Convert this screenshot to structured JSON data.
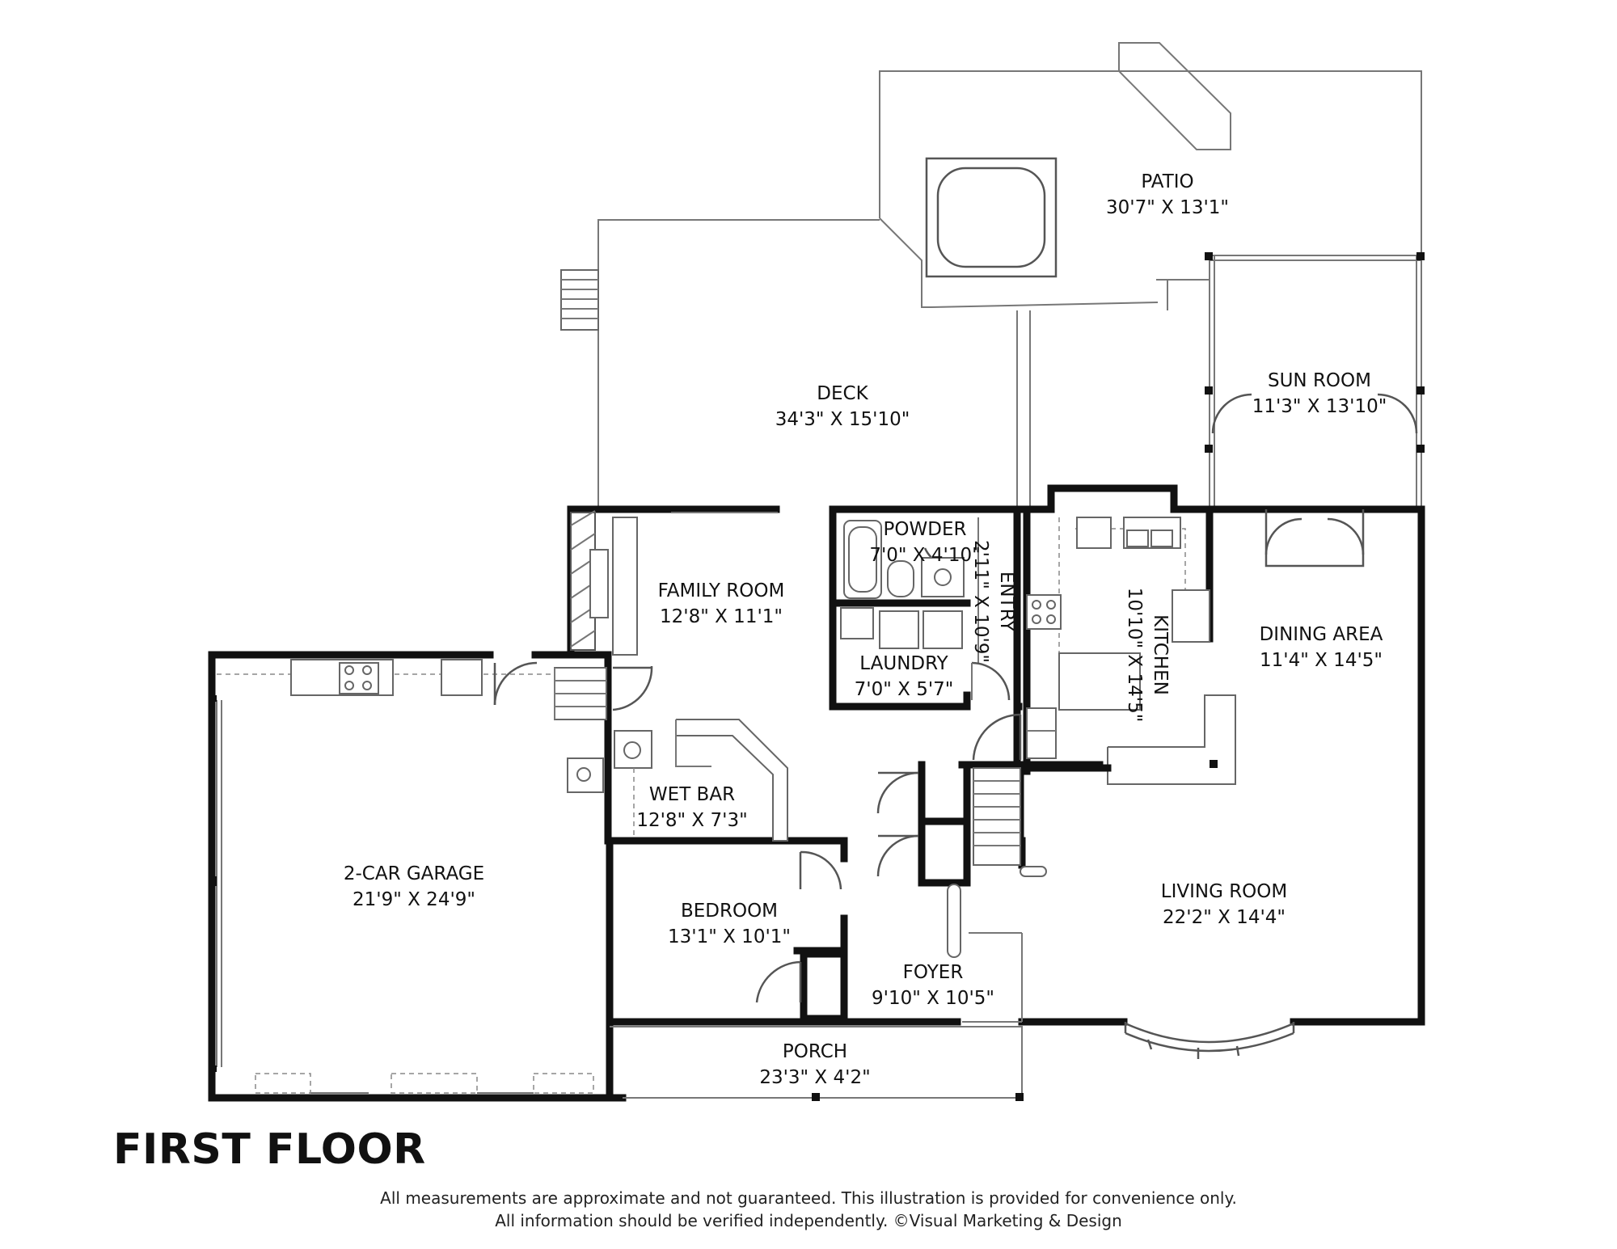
{
  "title": "FIRST FLOOR",
  "disclaimer": {
    "line1": "All measurements are approximate and not guaranteed. This illustration is provided for convenience only.",
    "line2": "All information should be verified independently. ©Visual Marketing & Design"
  },
  "rooms": {
    "patio": {
      "name": "PATIO",
      "dim": "30'7\" X 13'1\""
    },
    "deck": {
      "name": "DECK",
      "dim": "34'3\" X 15'10\""
    },
    "sun_room": {
      "name": "SUN ROOM",
      "dim": "11'3\" X 13'10\""
    },
    "powder": {
      "name": "POWDER",
      "dim": "7'0\" X 4'10\""
    },
    "entry": {
      "name": "ENTRY",
      "dim": "2'11\" X 10'9\""
    },
    "kitchen": {
      "name": "KITCHEN",
      "dim": "10'10\" X 14'5\""
    },
    "family_room": {
      "name": "FAMILY ROOM",
      "dim": "12'8\" X 11'1\""
    },
    "laundry": {
      "name": "LAUNDRY",
      "dim": "7'0\" X 5'7\""
    },
    "dining_area": {
      "name": "DINING AREA",
      "dim": "11'4\" X 14'5\""
    },
    "wet_bar": {
      "name": "WET BAR",
      "dim": "12'8\" X 7'3\""
    },
    "garage": {
      "name": "2-CAR GARAGE",
      "dim": "21'9\" X 24'9\""
    },
    "bedroom": {
      "name": "BEDROOM",
      "dim": "13'1\" X 10'1\""
    },
    "living_room": {
      "name": "LIVING ROOM",
      "dim": "22'2\" X 14'4\""
    },
    "foyer": {
      "name": "FOYER",
      "dim": "9'10\" X 10'5\""
    },
    "porch": {
      "name": "PORCH",
      "dim": "23'3\" X 4'2\""
    }
  }
}
